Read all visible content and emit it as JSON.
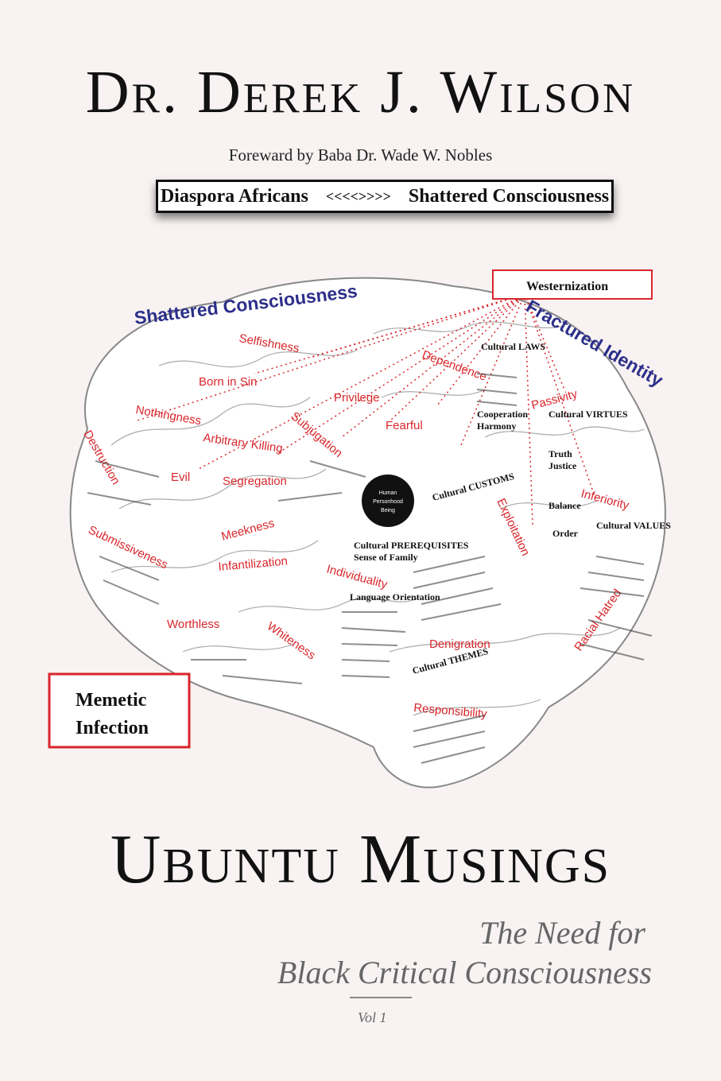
{
  "author": "Dr. Derek J. Wilson",
  "foreword": "Foreward by Baba Dr. Wade W. Nobles",
  "banner": {
    "left": "Diaspora Africans",
    "arrows": "<<<<>>>>",
    "right": "Shattered Consciousness"
  },
  "brain": {
    "headline_left": "Shattered Consciousness",
    "headline_right": "Fractured Identity",
    "box_top": "Westernization",
    "box_bottom_line1": "Memetic",
    "box_bottom_line2": "Infection",
    "center_line1": "Human",
    "center_line2": "Personhood",
    "center_line3": "Being",
    "red_terms": [
      "Selfishness",
      "Born in Sin",
      "Nothingness",
      "Privilege",
      "Subjugation",
      "Arbitrary Killing",
      "Evil",
      "Segregation",
      "Destruction",
      "Meekness",
      "Infantilization",
      "Individuality",
      "Submissiveness",
      "Worthless",
      "Whiteness",
      "Denigration",
      "Fearful",
      "Passivity",
      "Inferiority",
      "Exploitation",
      "Dependence",
      "Racial Hatred",
      "Responsibility"
    ],
    "black_terms": [
      "Cultural LAWS",
      "Cultural VIRTUES",
      "Cultural CUSTOMS",
      "Cultural PREREQUISITES",
      "Cultural THEMES",
      "Cultural VALUES",
      "Truth",
      "Justice",
      "Balance",
      "Order",
      "Language Orientation",
      "Sense of Family",
      "Harmony",
      "Cooperation"
    ]
  },
  "title": "Ubuntu Musings",
  "subtitle_line1": "The Need for",
  "subtitle_line2": "Black Critical Consciousness",
  "volume": "Vol 1",
  "colors": {
    "background": "#f8f2f2",
    "red_terms": "#d8262b",
    "blue_headline": "#2c2f8a"
  }
}
